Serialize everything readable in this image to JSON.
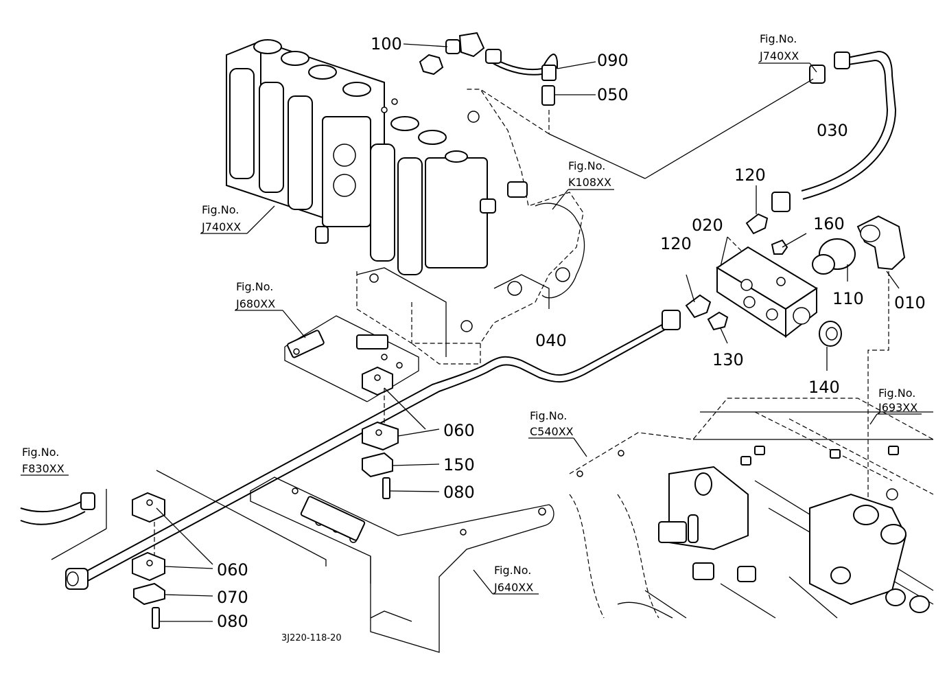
{
  "drawing_code": "3J220-118-20",
  "part_labels": {
    "p100": "100",
    "p090": "090",
    "p050": "050",
    "p030": "030",
    "p120a": "120",
    "p020": "020",
    "p160": "160",
    "p120b": "120",
    "p110": "110",
    "p010": "010",
    "p130": "130",
    "p140": "140",
    "p040": "040",
    "p060a": "060",
    "p150": "150",
    "p080a": "080",
    "p060b": "060",
    "p070": "070",
    "p080b": "080"
  },
  "figure_refs": {
    "ref_j740_top": {
      "label": "Fig.No.",
      "code": "J740XX"
    },
    "ref_k108": {
      "label": "Fig.No.",
      "code": "K108XX"
    },
    "ref_j740_left": {
      "label": "Fig.No.",
      "code": "J740XX"
    },
    "ref_j680": {
      "label": "Fig.No.",
      "code": "J680XX"
    },
    "ref_j693": {
      "label": "Fig.No.",
      "code": "J693XX"
    },
    "ref_c540": {
      "label": "Fig.No.",
      "code": "C540XX"
    },
    "ref_f830": {
      "label": "Fig.No.",
      "code": "F830XX"
    },
    "ref_j640": {
      "label": "Fig.No.",
      "code": "J640XX"
    }
  }
}
